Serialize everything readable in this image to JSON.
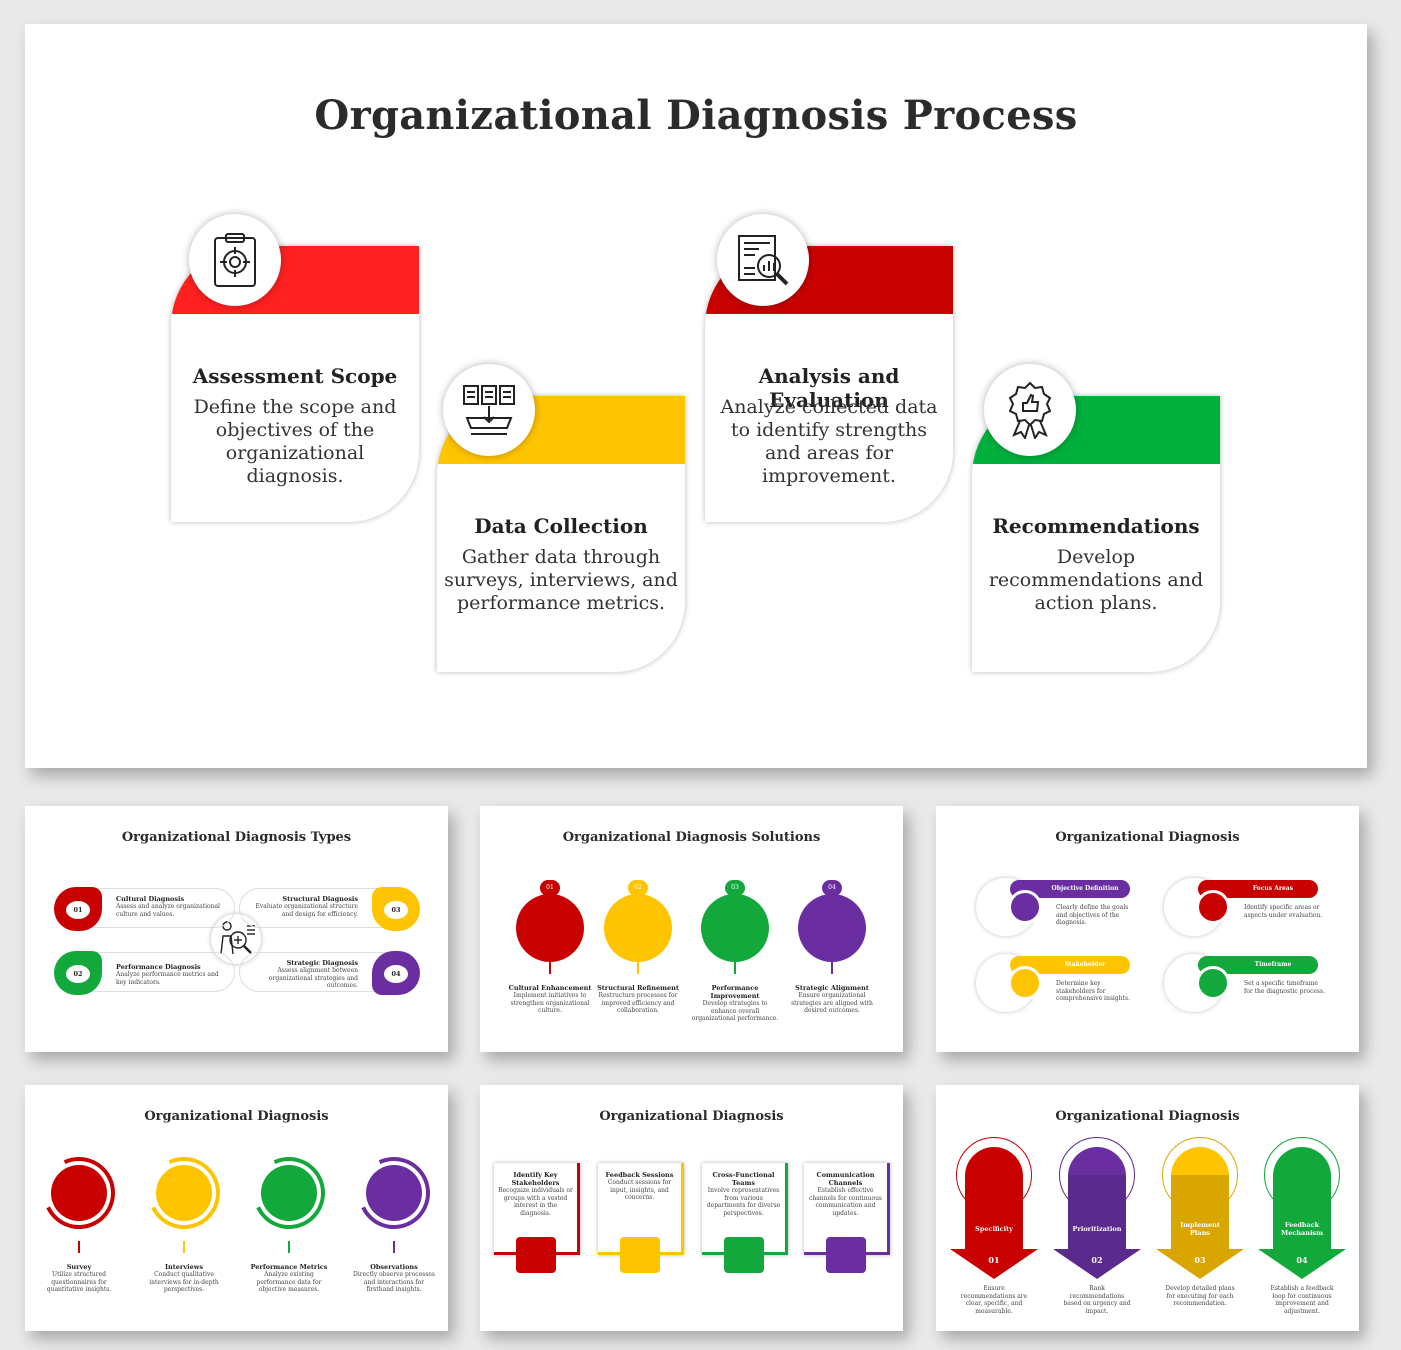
{
  "main": {
    "title": "Organizational Diagnosis Process",
    "steps": [
      {
        "title": "Assessment Scope",
        "desc": "Define the scope and objectives of the organizational diagnosis.",
        "color": "#ff2020",
        "icon": "clipboard-target-icon"
      },
      {
        "title": "Data Collection",
        "desc": "Gather data through surveys, interviews, and performance metrics.",
        "color": "#ffc400",
        "icon": "documents-inbox-icon"
      },
      {
        "title": "Analysis and Evaluation",
        "desc": "Analyze collected data to identify strengths and areas for improvement.",
        "color": "#c80000",
        "icon": "report-magnifier-icon"
      },
      {
        "title": "Recommendations",
        "desc": "Develop recommendations and action plans.",
        "color": "#00b03c",
        "icon": "award-badge-icon"
      }
    ]
  },
  "thumbs": {
    "types": {
      "title": "Organizational Diagnosis Types",
      "items": [
        {
          "num": "01",
          "title": "Cultural Diagnosis",
          "desc": "Assess and analyze organizational culture and values.",
          "color": "#c80000"
        },
        {
          "num": "03",
          "title": "Structural Diagnosis",
          "desc": "Evaluate organizational structure and design for efficiency.",
          "color": "#ffc400"
        },
        {
          "num": "02",
          "title": "Performance Diagnosis",
          "desc": "Analyze performance metrics and key indicators.",
          "color": "#12a83c"
        },
        {
          "num": "04",
          "title": "Strategic Diagnosis",
          "desc": "Assess alignment between organizational strategies and outcomes.",
          "color": "#6a2ea0"
        }
      ]
    },
    "solutions": {
      "title": "Organizational Diagnosis Solutions",
      "items": [
        {
          "num": "01",
          "title": "Cultural Enhancement",
          "desc": "Implement initiatives to strengthen organizational culture.",
          "color": "#c80000"
        },
        {
          "num": "02",
          "title": "Structural Refinement",
          "desc": "Restructure processes for improved efficiency and collaboration.",
          "color": "#ffc400"
        },
        {
          "num": "03",
          "title": "Performance Improvement",
          "desc": "Develop strategies to enhance overall organizational performance.",
          "color": "#12a83c"
        },
        {
          "num": "04",
          "title": "Strategic Alignment",
          "desc": "Ensure organizational strategies are aligned with desired outcomes.",
          "color": "#6a2ea0"
        }
      ]
    },
    "pills": {
      "title": "Organizational Diagnosis",
      "items": [
        {
          "title": "Objective Definition",
          "desc": "Clearly define the goals and objectives of the diagnosis.",
          "color": "#6a2ea0"
        },
        {
          "title": "Focus Areas",
          "desc": "Identify specific areas or aspects under evaluation.",
          "color": "#c80000"
        },
        {
          "title": "Stakeholder",
          "desc": "Determine key stakeholders for comprehensive insights.",
          "color": "#ffc400"
        },
        {
          "title": "Timeframe",
          "desc": "Set a specific timeframe for the diagnostic process.",
          "color": "#12a83c"
        }
      ]
    },
    "methods": {
      "title": "Organizational Diagnosis",
      "items": [
        {
          "title": "Survey",
          "desc": "Utilize structured questionnaires for quantitative insights.",
          "color": "#c80000"
        },
        {
          "title": "Interviews",
          "desc": "Conduct qualitative interviews for in-depth perspectives.",
          "color": "#ffc400"
        },
        {
          "title": "Performance Metrics",
          "desc": "Analyze existing performance data for objective measures.",
          "color": "#12a83c"
        },
        {
          "title": "Observations",
          "desc": "Directly observe processes and interactions for firsthand insights.",
          "color": "#6a2ea0"
        }
      ]
    },
    "engagement": {
      "title": "Organizational Diagnosis",
      "items": [
        {
          "title": "Identify Key Stakeholders",
          "desc": "Recognize individuals or groups with a vested interest in the diagnosis.",
          "color": "#c80000"
        },
        {
          "title": "Feedback Sessions",
          "desc": "Conduct sessions for input, insights, and concerns.",
          "color": "#ffc400"
        },
        {
          "title": "Cross-Functional Teams",
          "desc": "Involve representatives from various departments for diverse perspectives.",
          "color": "#12a83c"
        },
        {
          "title": "Communication Channels",
          "desc": "Establish effective channels for continuous communication and updates.",
          "color": "#6a2ea0"
        }
      ]
    },
    "arrows": {
      "title": "Organizational Diagnosis",
      "items": [
        {
          "num": "01",
          "title": "Specificity",
          "desc": "Ensure recommendations are clear, specific, and measurable.",
          "color": "#c80000"
        },
        {
          "num": "02",
          "title": "Prioritization",
          "desc": "Rank recommendations based on urgency and impact.",
          "color": "#5a2a8c"
        },
        {
          "num": "03",
          "title": "Implement Plans",
          "desc": "Develop detailed plans for executing for each recommendation.",
          "color": "#d9a600"
        },
        {
          "num": "04",
          "title": "Feedback Mechanism",
          "desc": "Establish a feedback loop for continuous improvement and adjustment.",
          "color": "#12a83c"
        }
      ]
    }
  }
}
